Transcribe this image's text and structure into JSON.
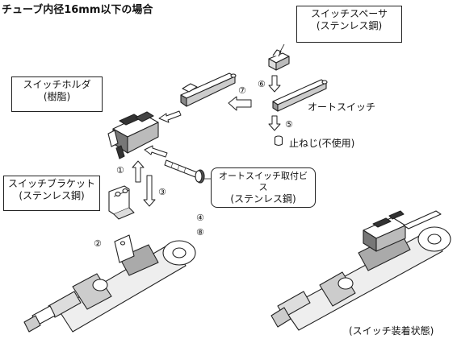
{
  "heading": "チューブ内径16mm以下の場合",
  "labels": {
    "spacer_line1": "スイッチスペーサ",
    "spacer_line2": "(ステンレス鋼)",
    "holder_line1": "スイッチホルダ",
    "holder_line2": "(樹脂)",
    "bracket_line1": "スイッチブラケット",
    "bracket_line2": "(ステンレス鋼)",
    "screw_line1": "オートスイッチ取付ビス",
    "screw_line2": "(ステンレス鋼)",
    "auto_switch": "オートスイッチ",
    "set_screw": "止ねじ(不使用)",
    "mounted_caption": "(スイッチ装着状態)"
  },
  "steps": {
    "s1": "①",
    "s2": "②",
    "s3": "③",
    "s4": "④",
    "s5": "⑤",
    "s6": "⑥",
    "s7": "⑦",
    "s8": "⑧"
  }
}
